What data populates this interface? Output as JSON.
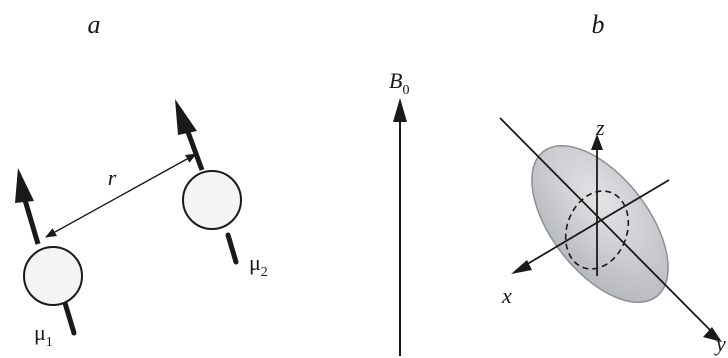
{
  "panels": {
    "a": {
      "label": "a",
      "distance_label": "r",
      "dipole_1": {
        "symbol": "μ",
        "subscript": "1"
      },
      "dipole_2": {
        "symbol": "μ",
        "subscript": "2"
      }
    },
    "b": {
      "label": "b",
      "field": {
        "symbol": "B",
        "subscript": "0"
      },
      "axes": {
        "x": "x",
        "y": "y",
        "z": "z"
      }
    }
  },
  "colors": {
    "ink": "#1a1a1a",
    "sphere_fill": "#f4f4f4",
    "ellipsoid_fill": "#c7c9cc",
    "ellipsoid_edge": "#8c8f94"
  }
}
